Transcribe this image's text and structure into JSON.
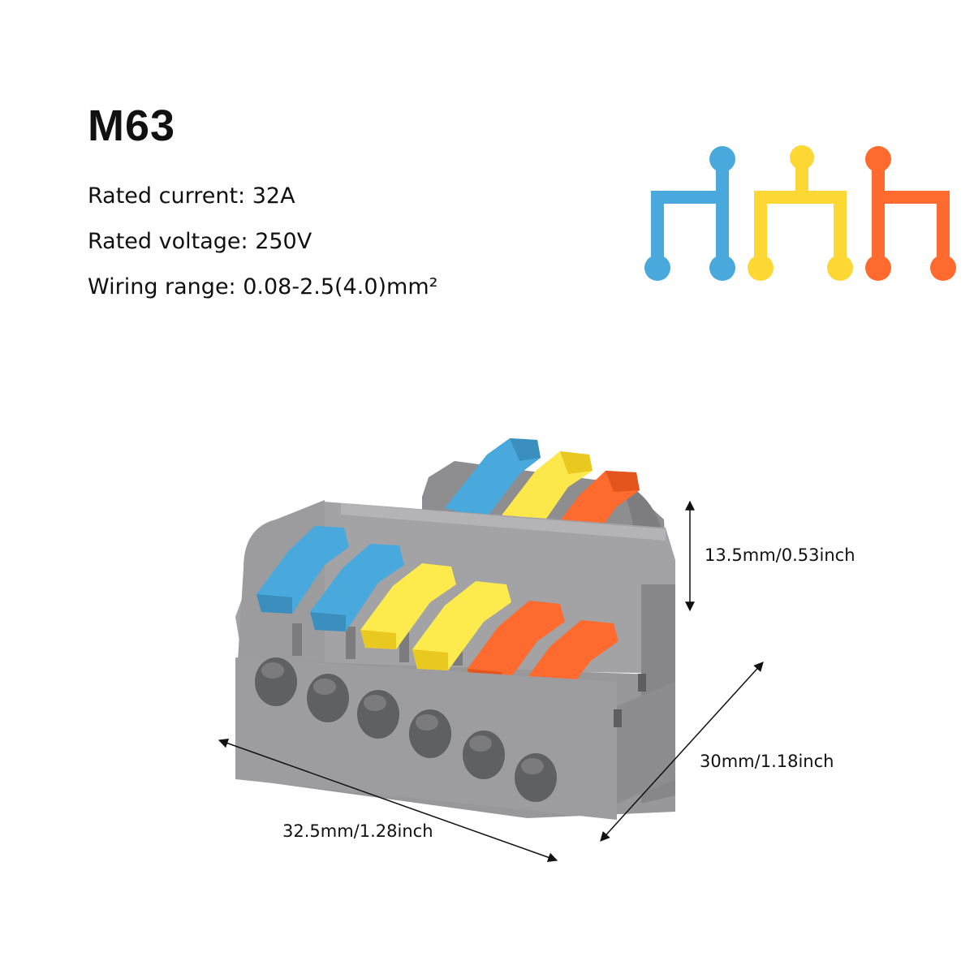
{
  "model": "M63",
  "specs": {
    "rated_current": "Rated current: 32A",
    "rated_voltage": "Rated voltage: 250V",
    "wiring_range": "Wiring range: 0.08-2.5(4.0)mm²"
  },
  "dimensions": {
    "height": "13.5mm/0.53inch",
    "depth": "30mm/1.18inch",
    "width": "32.5mm/1.28inch"
  },
  "colors": {
    "blue": "#4aa9dc",
    "yellow": "#fdd835",
    "orange": "#ff6a2e",
    "housing": "#9a9a9c",
    "housing_dark": "#808083",
    "hole": "#5f6064"
  },
  "icons": [
    "wiring-diagram-icon",
    "connector-product-image",
    "dimension-arrow-icon"
  ]
}
